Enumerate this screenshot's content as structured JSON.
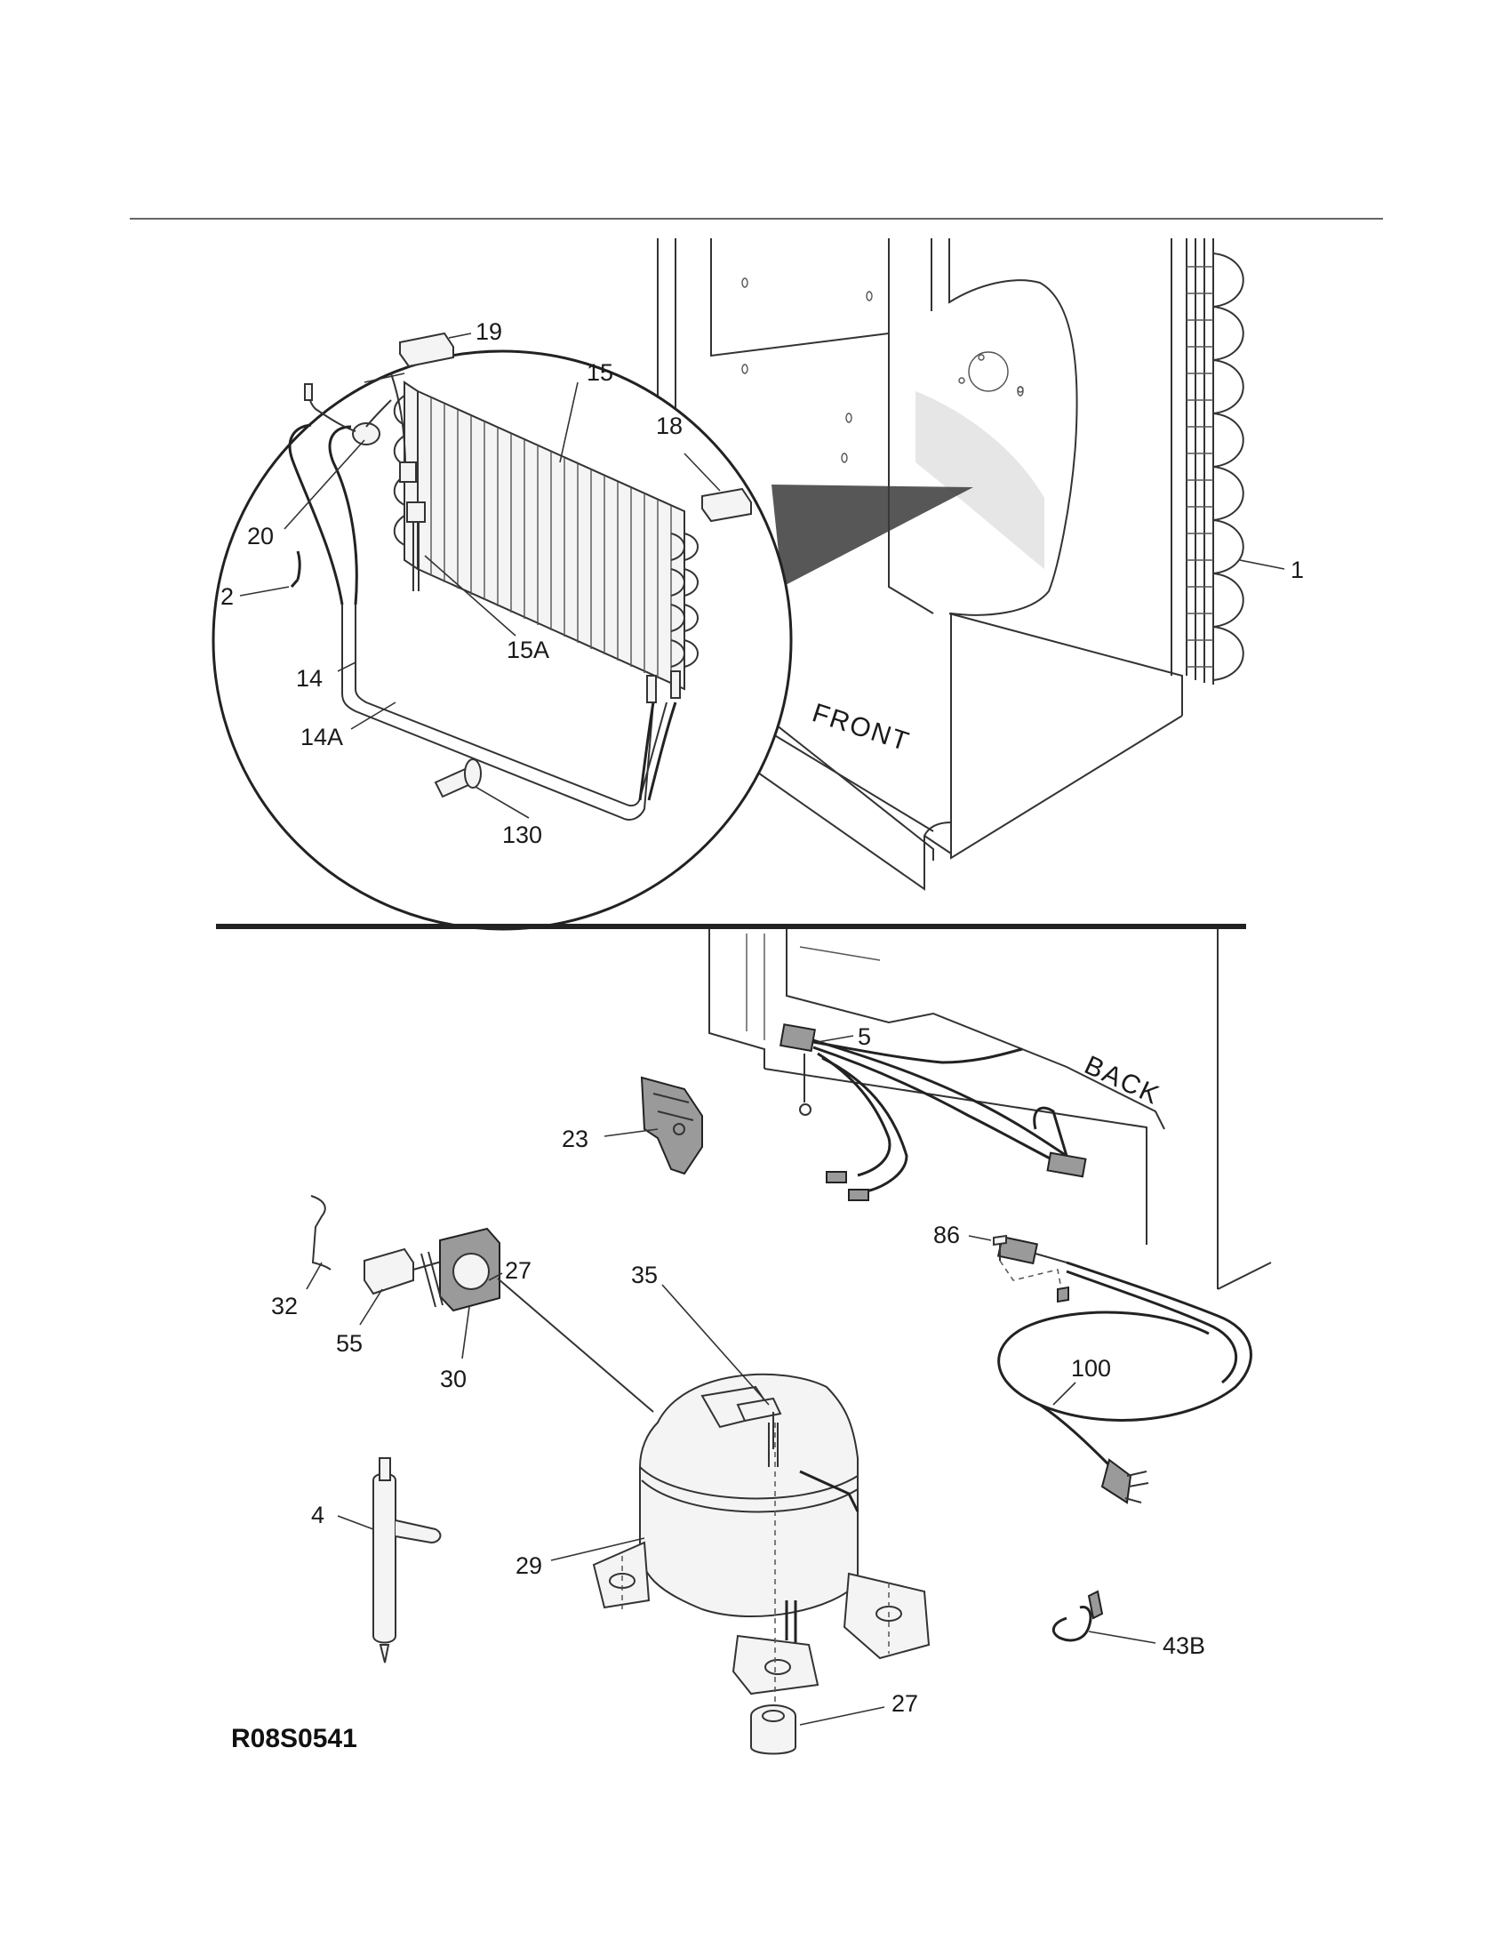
{
  "diagram": {
    "code": "R08S0541",
    "labels": {
      "front": "FRONT",
      "back": "BACK"
    },
    "callouts": {
      "c19": "19",
      "c15": "15",
      "c18": "18",
      "c20": "20",
      "c2": "2",
      "c15A": "15A",
      "c14": "14",
      "c14A": "14A",
      "c130": "130",
      "c1": "1",
      "c5": "5",
      "c23": "23",
      "c86": "86",
      "c27a": "27",
      "c32": "32",
      "c55": "55",
      "c30": "30",
      "c35": "35",
      "c100": "100",
      "c4": "4",
      "c29": "29",
      "c43B": "43B",
      "c27b": "27"
    }
  }
}
